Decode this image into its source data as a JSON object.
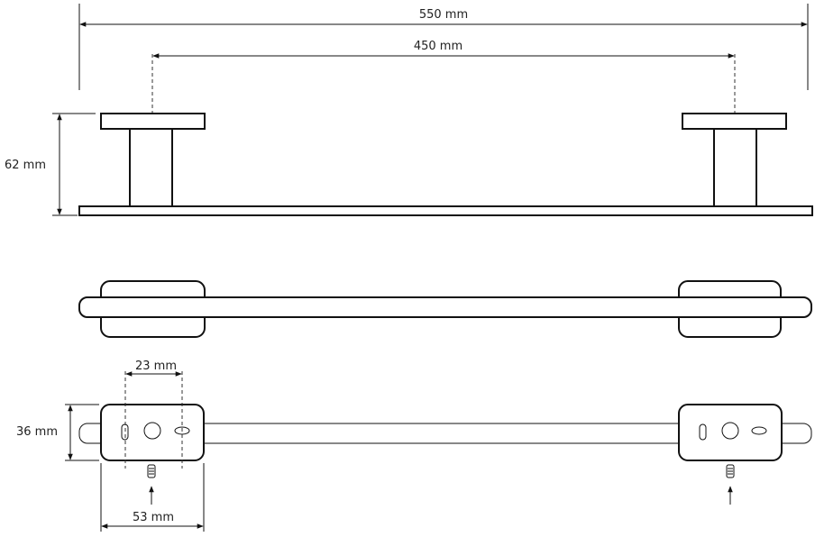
{
  "dimensions": {
    "overall_length": "550 mm",
    "mount_spacing": "450 mm",
    "height": "62 mm",
    "hole_spacing": "23 mm",
    "base_depth": "36 mm",
    "base_width": "53 mm"
  }
}
